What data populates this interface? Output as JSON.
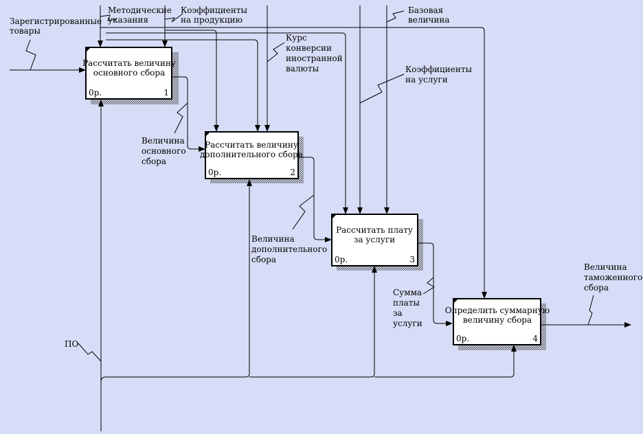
{
  "diagram": {
    "blocks": [
      {
        "id": "b1",
        "lines": [
          "Рассчитать величину",
          "основного сбора"
        ],
        "cost": "0р.",
        "num": "1"
      },
      {
        "id": "b2",
        "lines": [
          "Рассчитать величину",
          "дополнительного сбора"
        ],
        "cost": "0р.",
        "num": "2"
      },
      {
        "id": "b3",
        "lines": [
          "Рассчитать плату",
          "за услуги"
        ],
        "cost": "0р.",
        "num": "3"
      },
      {
        "id": "b4",
        "lines": [
          "Определить суммарную",
          "величину сбора"
        ],
        "cost": "0р.",
        "num": "4"
      }
    ],
    "labels": {
      "registered_goods": [
        "Зарегистрированные",
        "товары"
      ],
      "method_guidelines": [
        "Методические",
        "указания"
      ],
      "product_coefficients": [
        "Коэффициенты",
        "на продукцию"
      ],
      "base_value": [
        "Базовая",
        "величина"
      ],
      "exchange_rate": [
        "Курс",
        "конверсии",
        "иностранной",
        "валюты"
      ],
      "service_coefficients": [
        "Коэффициенты",
        "на услуги"
      ],
      "main_fee_value": [
        "Величина",
        "основного",
        "сбора"
      ],
      "extra_fee_value": [
        "Величина",
        "дополнительного",
        "сбора"
      ],
      "service_fee_sum": [
        "Сумма",
        "платы",
        "за",
        "услуги"
      ],
      "customs_fee_value": [
        "Величина",
        "таможенного",
        "сбора"
      ],
      "software": [
        "ПО"
      ]
    }
  }
}
